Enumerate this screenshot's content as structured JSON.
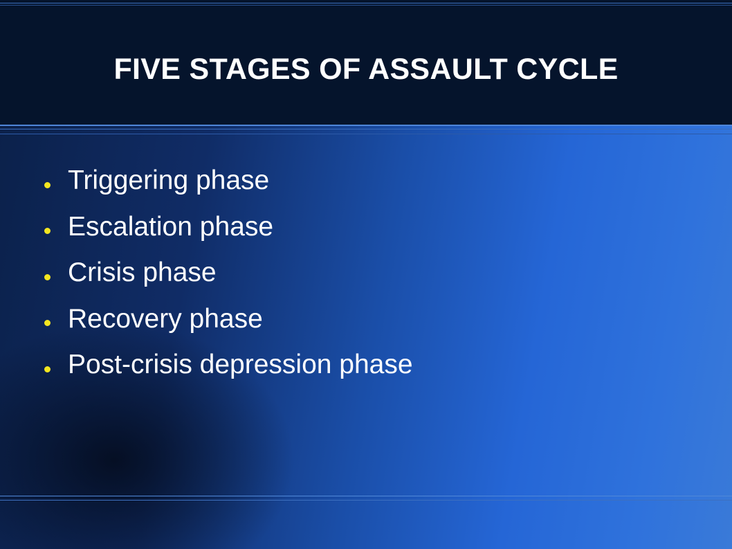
{
  "slide": {
    "title": "FIVE STAGES OF ASSAULT CYCLE",
    "bullets": [
      "Triggering phase",
      "Escalation phase",
      "Crisis phase",
      "Recovery phase",
      "Post-crisis depression phase"
    ]
  },
  "colors": {
    "header_background": "#05142c",
    "bullet_marker": "#f3e620",
    "text": "#ffffff",
    "accent_blue": "#2566d6"
  }
}
